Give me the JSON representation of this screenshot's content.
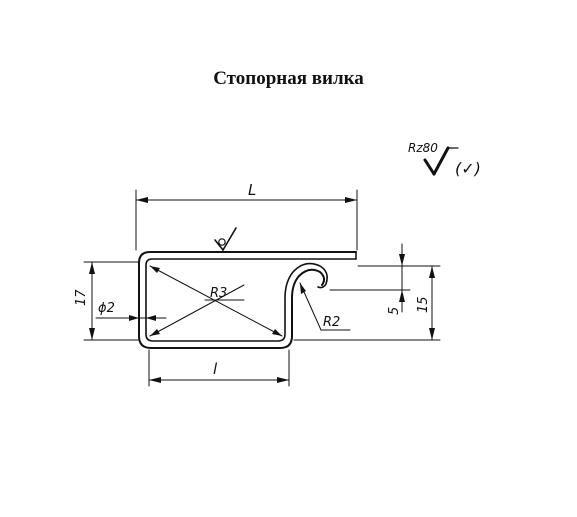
{
  "title": "Стопорная вилка",
  "roughness": {
    "general_value": "Rz80",
    "other_sign": "(✓)"
  },
  "dimensions": {
    "length_overall": "L",
    "length_inner": "l",
    "height_overall": "17",
    "wire_diameter": "ϕ2",
    "bend_radius_large": "R3",
    "bend_radius_small": "R2",
    "gap": "5",
    "height_right": "15"
  }
}
